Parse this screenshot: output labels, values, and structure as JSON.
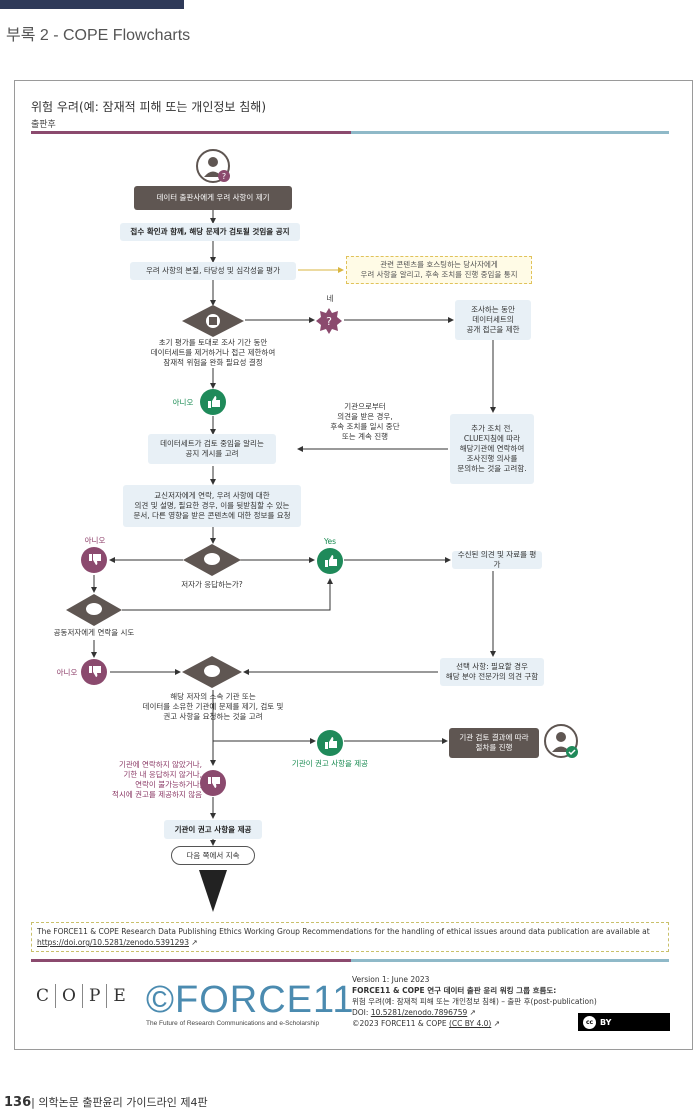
{
  "header": {
    "title": "부록 2 - COPE Flowcharts"
  },
  "sheet": {
    "title": "위험 우려(예: 잠재적 피해 또는 개인정보 침해)",
    "subtitle": "출판후"
  },
  "colors": {
    "band_left": "#8b4a6e",
    "band_right": "#8fb9c8",
    "dark_box": "#5f5652",
    "pink_icon": "#8b4a6e",
    "green_icon": "#1f8a5a"
  },
  "flow": {
    "raise": "데이터 출판사에게 우려 사항이 제기",
    "acknowledge": "접수 확인과 함께, 해당 문제가 검토될 것임을 공지",
    "evaluate": "우려 사항의 본질, 타당성 및 심각성을 평가",
    "notify_host": [
      "관련 콘텐츠를 호스팅하는 당사자에게",
      "우려 사항을 알리고, 후속 조치를 진행 중임을 통지"
    ],
    "yes_label": "네",
    "restrict": [
      "조사하는 동안",
      "데이터세트의",
      "공개 접근을 제한"
    ],
    "decide": [
      "초기 평가를 토대로 조사 기간 동안",
      "데이터세트를 제거하거나 접근 제한하여",
      "잠재적 위험을 완화 필요성 결정"
    ],
    "no_label": "아니오",
    "institution_advice": [
      "기관으로부터",
      "의견을 받은 경우,",
      "후속 조치를 일시 중단",
      "또는 계속 진행"
    ],
    "before_action": [
      "추가 조치 전,",
      "CLUE지침에 따라",
      "해당기관에 연락하여",
      "조사진행 의사를",
      "문의하는 것을 고려함."
    ],
    "post_notice": [
      "데이터세트가 검토 중임을 알리는",
      "공지 게시를 고려"
    ],
    "contact_author": [
      "교신저자에게 연락, 우려 사항에 대한",
      "의견 및 설명, 필요한 경우, 이를 뒷받침할 수 있는",
      "문서, 다른 영향을 받은 콘텐츠에 대한 정보를 요청"
    ],
    "no_label_2": "아니오",
    "yes_label_en": "Yes",
    "author_respond": "저자가 응답하는가?",
    "evaluate_received": "수신된 의견 및 자료를 평가",
    "coauthors": "공동저자에게 연락을 시도",
    "no_label_3": "아니오",
    "expert_opinion": [
      "선택 사항: 필요할 경우",
      "해당 분야 전문가의 의견 구함"
    ],
    "raise_institution": [
      "해당 저자의 소속 기관 또는",
      "데이터를 소유한 기관에 문제를 제기, 검토 및",
      "권고 사항을 요청하는 것을 고려"
    ],
    "institution_provides": "기관이 권고 사항을 제공",
    "follow_procedure": [
      "기관 검토 결과에 따라",
      "절차를 진행"
    ],
    "no_institution": [
      "기관에 연락하지 않았거나,",
      "기한 내 응답하지 않거나,",
      "연락이 불가능하거나,",
      "적시에 권고를 제공하지 않음"
    ],
    "institution_advice_box": "기관이 권고 사항을 제공",
    "continue": "다음 쪽에서 지속"
  },
  "footnote": {
    "text": "The FORCE11 & COPE Research Data Publishing Ethics Working Group Recommendations for the handling of ethical issues around data publication are available at",
    "link": "https://doi.org/10.5281/zenodo.5391293"
  },
  "logos": {
    "cope_letters": [
      "C",
      "O",
      "P",
      "E"
    ],
    "force_word": "©FORCE11",
    "force_tagline": "The Future of Research Communications and e-Scholarship"
  },
  "version": {
    "line1": "Version 1: June 2023",
    "line2": "FORCE11 & COPE 연구 데이터 출판 윤리 워킹 그룹 흐름도:",
    "line3": "위험 우려(예: 잠재적 피해 또는 개인정보 침해) – 출판 후(post-publication)",
    "doi_label": "DOI: ",
    "doi": "10.5281/zenodo.7896759",
    "copyright": "©2023 FORCE11 & COPE",
    "license": "(CC BY 4.0)",
    "cc_text": "BY"
  },
  "footer": {
    "page": "136",
    "title": "| 의학논문 출판윤리 가이드라인 제4판"
  }
}
